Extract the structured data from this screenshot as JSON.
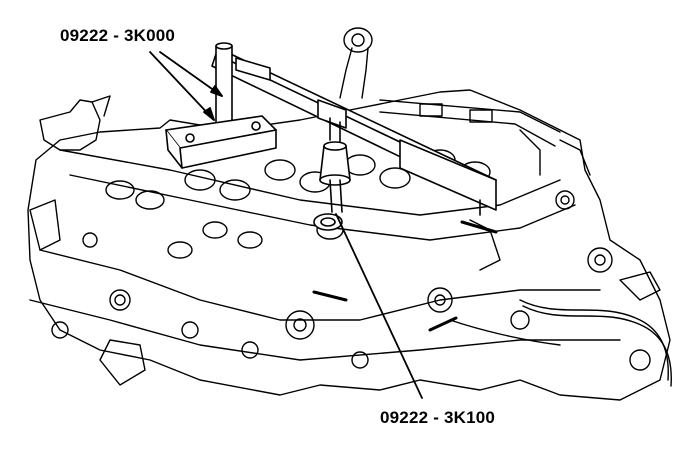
{
  "callouts": {
    "top_part_number": "09222 - 3K000",
    "bottom_part_number": "09222 - 3K100"
  },
  "colors": {
    "line": "#000000",
    "background": "#ffffff"
  },
  "icons": [
    "engine-cylinder-head-drawing",
    "valve-spring-compressor-tool",
    "valve-spring-adapter-tool"
  ]
}
